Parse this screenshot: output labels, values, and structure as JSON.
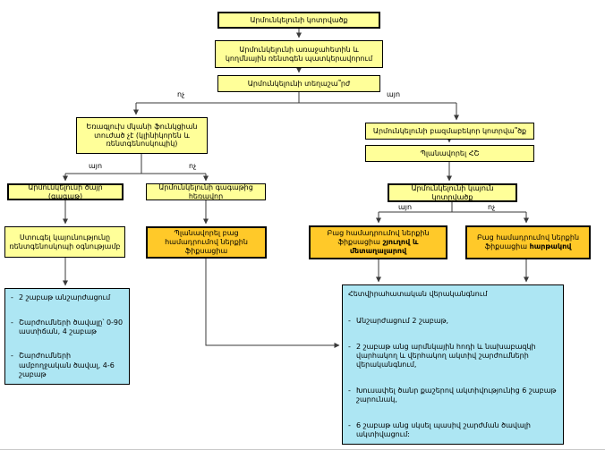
{
  "labels": {
    "yes": "այո",
    "no": "ոչ",
    "dash": "-"
  },
  "nodes": {
    "fracture": {
      "text": "Արմունկելունի կոտրվածք"
    },
    "xray": {
      "text": "Արմունկելունի առաջահետին և կողմնային ռենտգեն պատկերավորում"
    },
    "displaced": {
      "text": "Արմունկելունի տեղաշա՞րժ"
    },
    "triceps": {
      "text": "Եռագլուխ մկանի ֆունկցիան տուժած չէ (կլինիկորեն և ռենտգենոսկոպիկ)"
    },
    "comminuted": {
      "text": "Արմունկելունի բազմաբեկոր կոտրվա՞ծք"
    },
    "ct": {
      "text": "Պլանավորել ՀՇ"
    },
    "stable": {
      "text": "Արմունկելունի կայուն կոտրվածք"
    },
    "tip": {
      "text": "Արմունկելունի ծայր (գագաթ)"
    },
    "distal": {
      "text": "Արմունկելունի գագաթից հեռավոր"
    },
    "check_stability": {
      "text": "Ստուգել կայունությունը ռենտգենոսկոպի օգնությամբ"
    },
    "plan_orif": {
      "text": "Պլանավորել բաց համադրումով ներքին ֆիքսացիա"
    },
    "orif_wire": {
      "text": "Բաց համադրումով ներքին ֆիքսացիա",
      "bold": "շյուղով և մետաղալարով"
    },
    "orif_plate": {
      "text": "Բաց համադրումով ներքին ֆիքսացիա",
      "bold": "հարթակով"
    }
  },
  "conservative_panel": {
    "items": [
      "2 շաբաթ անշարժացում",
      "Շարժումների ծավալը՝ 0-90 աստիճան, 4 շաբաթ",
      "Շարժումների ամբողջական ծավալ, 4-6 շաբաթ"
    ]
  },
  "postop_panel": {
    "title": "Հետվիրահատական վերականգնում",
    "items": [
      "Անշարժացում 2 շաբաթ,",
      "2 շաբաթ անց արմնկային հոդի և նախաբազկի վարհակող և վերհակող ակտիվ շարժումների վերականգնում,",
      "Խուսափել ծանր քաշերով ակտիվությունից 6 շաբաթ շարունակ,",
      "6 շաբաթ անց սկսել պասիվ շարժման ծավալի ակտիվացում:"
    ]
  },
  "colors": {
    "yellow": "#ffff99",
    "orange": "#ffc929",
    "blue": "#ade6f3",
    "line": "#3a3a3a"
  }
}
